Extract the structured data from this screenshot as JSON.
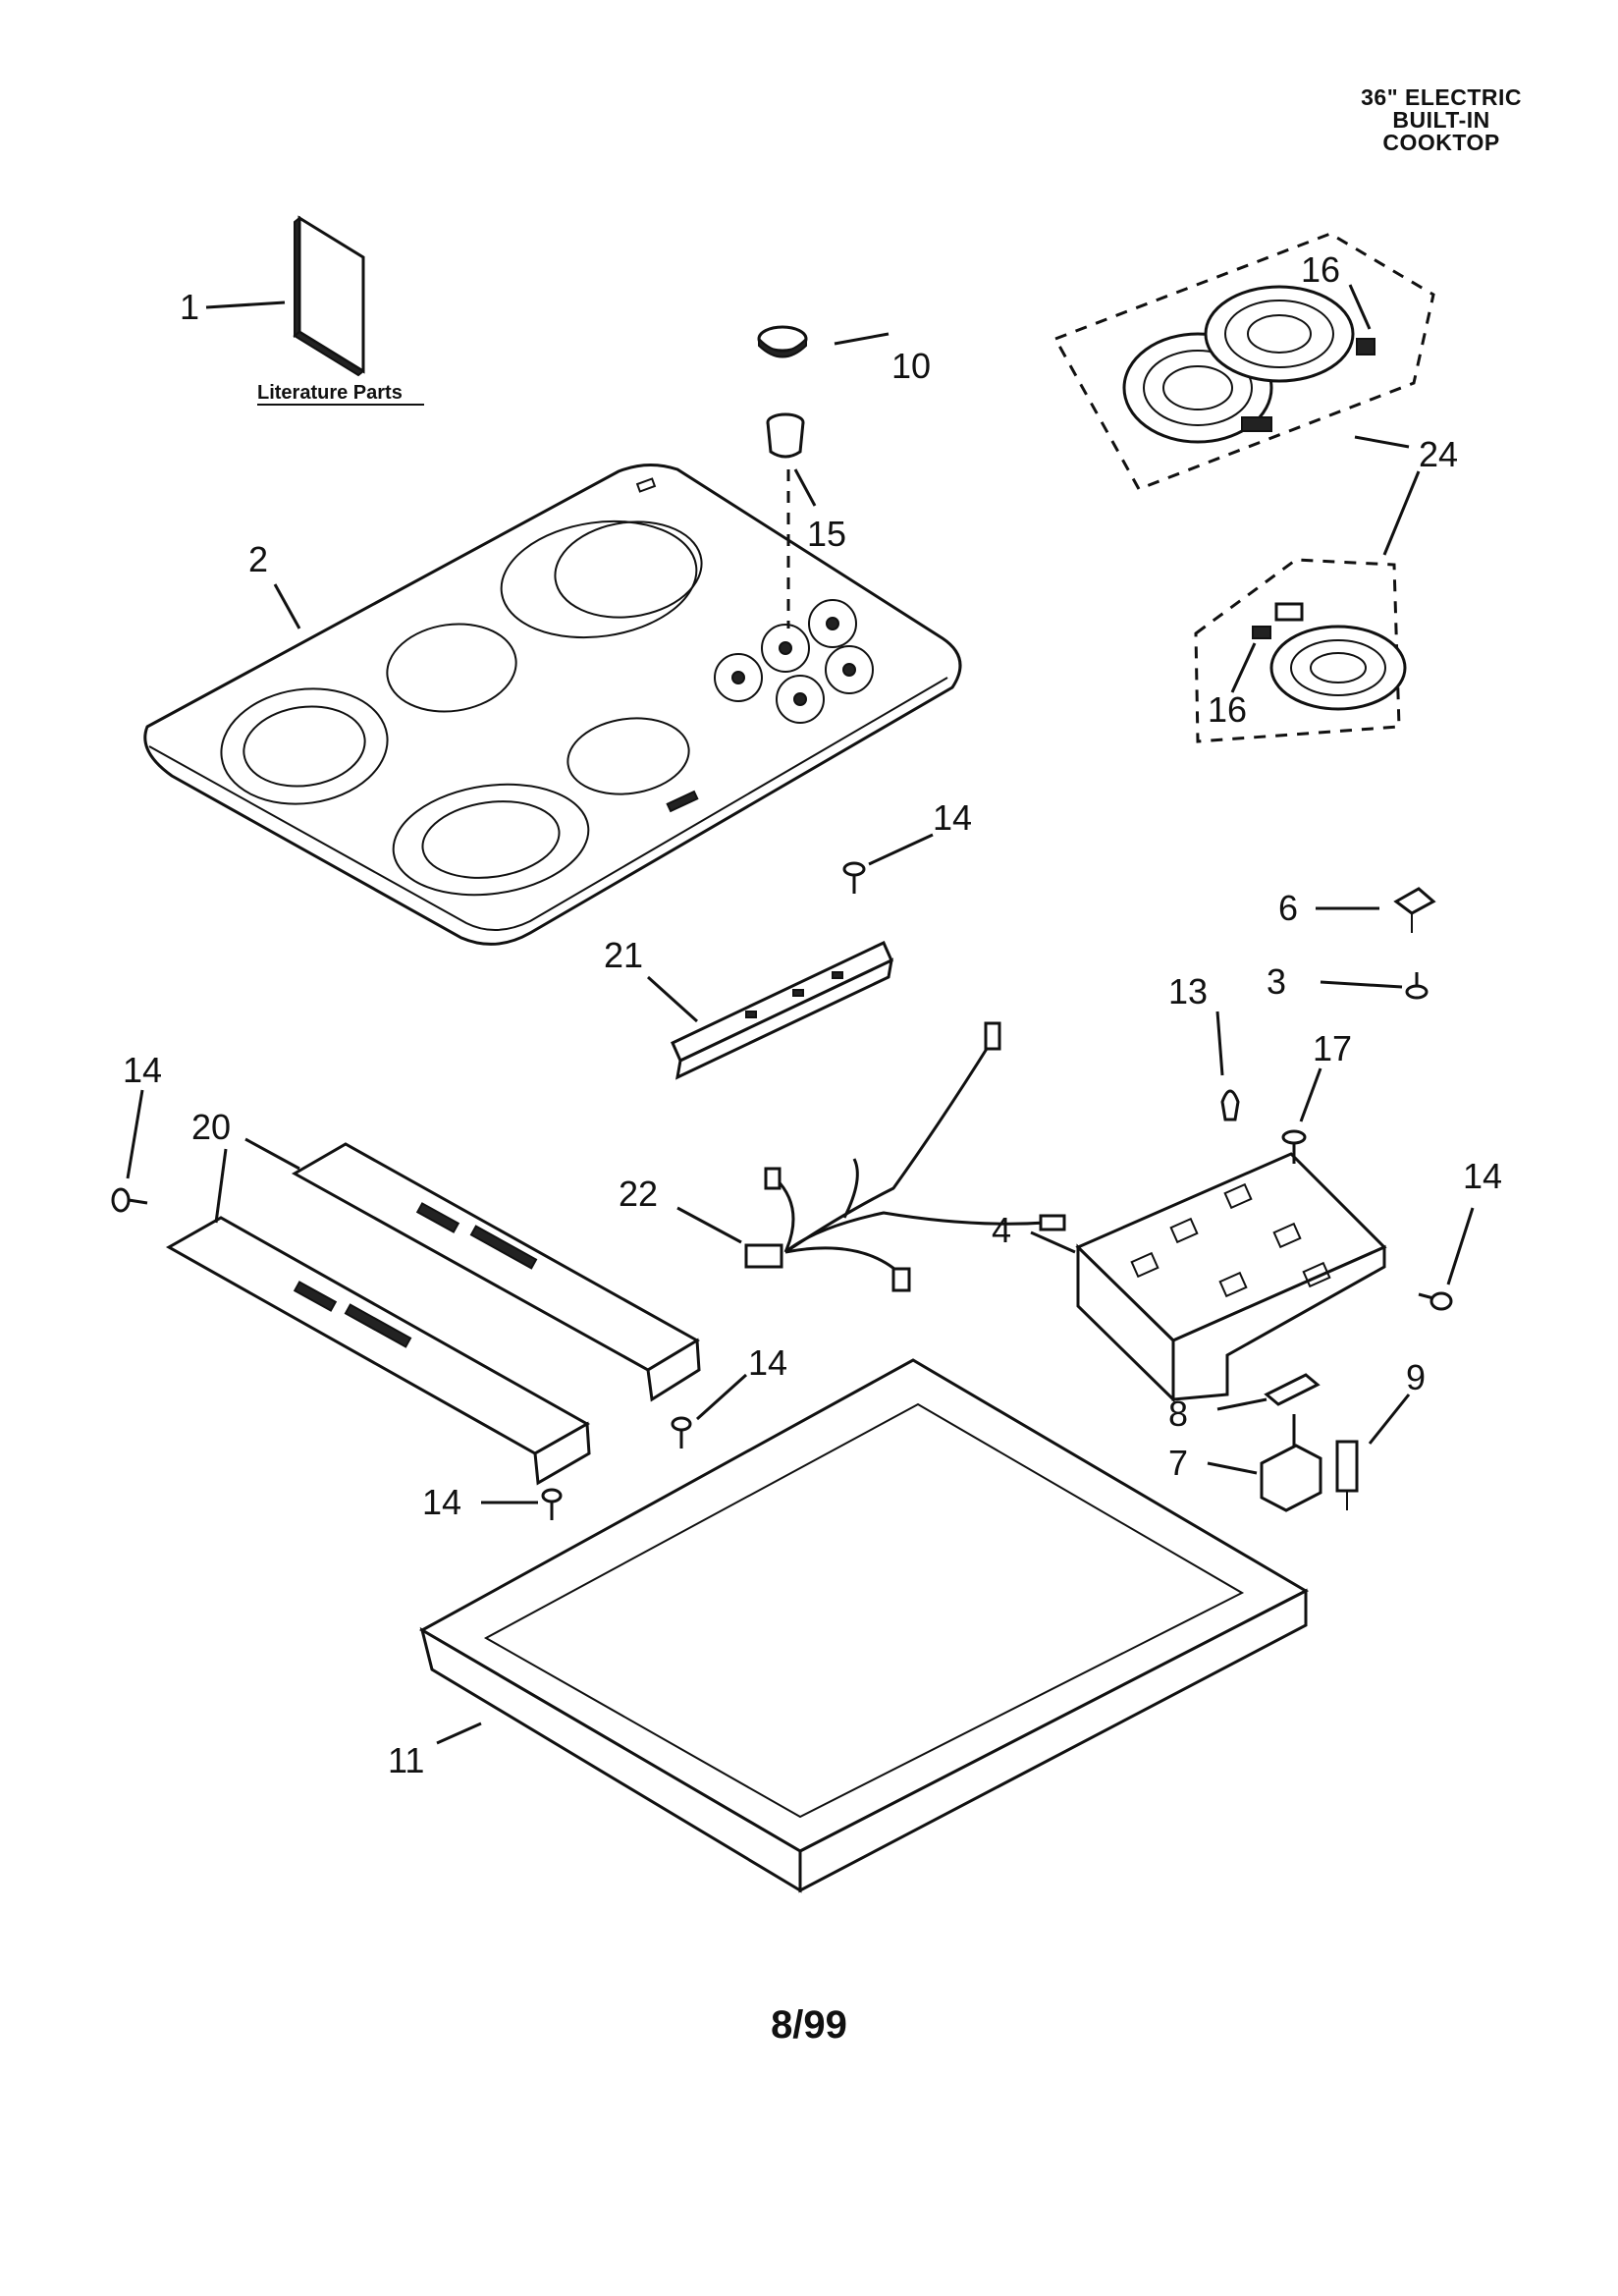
{
  "header": {
    "line1": "36\" ELECTRIC",
    "line2": "BUILT-IN",
    "line3": "COOKTOP"
  },
  "literature_label": "Literature Parts",
  "footer": {
    "date_code": "8/99"
  },
  "callouts": {
    "c1": "1",
    "c2": "2",
    "c3": "3",
    "c4": "4",
    "c6": "6",
    "c7": "7",
    "c8": "8",
    "c9": "9",
    "c10": "10",
    "c11": "11",
    "c13": "13",
    "c14a": "14",
    "c14b": "14",
    "c14c": "14",
    "c14d": "14",
    "c14e": "14",
    "c15": "15",
    "c16a": "16",
    "c16b": "16",
    "c17": "17",
    "c20": "20",
    "c21": "21",
    "c22": "22",
    "c24": "24"
  }
}
